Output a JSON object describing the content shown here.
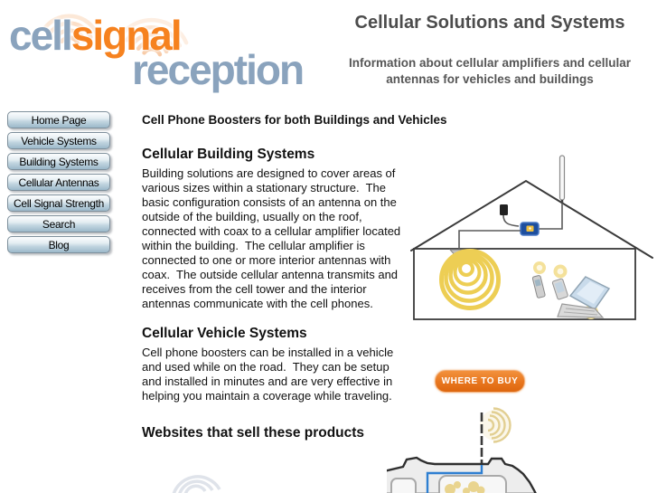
{
  "logo": {
    "part1": "cell",
    "part2": "signal",
    "part3": "reception"
  },
  "header": {
    "title": "Cellular Solutions and Systems",
    "subtitle": "Information about cellular amplifiers and cellular antennas for vehicles and buildings"
  },
  "sidebar": {
    "items": [
      {
        "label": "Home Page"
      },
      {
        "label": "Vehicle Systems"
      },
      {
        "label": "Building Systems"
      },
      {
        "label": "Cellular Antennas"
      },
      {
        "label": "Cell Signal Strength"
      },
      {
        "label": "Search"
      },
      {
        "label": "Blog"
      }
    ]
  },
  "main": {
    "intro_heading": "Cell Phone Boosters for both Buildings and Vehicles",
    "building": {
      "heading": "Cellular Building Systems",
      "body": "Building solutions are designed to cover areas of various sizes within a stationary structure.  The basic configuration consists of an antenna on the outside of the building, usually on the roof, connected with coax to a cellular amplifier located within the building.  The cellular amplifier is connected to one or more interior antennas with coax.  The outside cellular antenna transmits and receives from the cell tower and the interior antennas communicate with the cell phones."
    },
    "vehicle": {
      "heading": "Cellular Vehicle Systems",
      "body": "Cell phone boosters can be installed in a vehicle and used while on the road.  They can be setup and installed in minutes and are very effective in helping you maintain a coverage while traveling."
    },
    "websites_heading": "Websites that sell these products"
  },
  "cta": {
    "label": "WHERE TO BUY"
  },
  "colors": {
    "logo_blue": "#8aa3bd",
    "logo_orange": "#f6821f",
    "heading_gray": "#4c4c4c",
    "cta_orange": "#e8761e",
    "signal_yellow": "#edce54"
  }
}
